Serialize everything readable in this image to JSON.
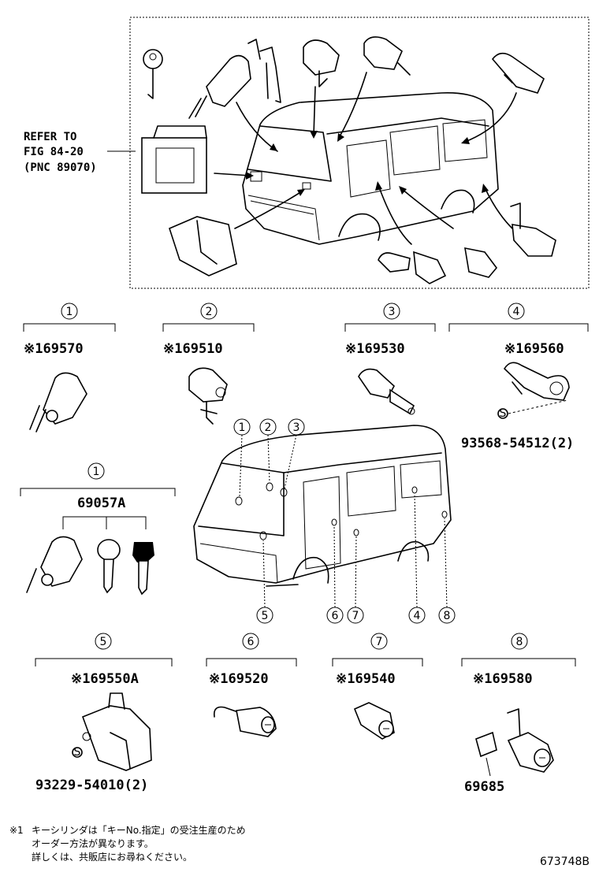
{
  "refer": {
    "line1": "REFER TO",
    "line2": "FIG 84-20",
    "line3": "(PNC 89070)"
  },
  "groups": [
    {
      "num": "1",
      "part": "※169570"
    },
    {
      "num": "2",
      "part": "※169510"
    },
    {
      "num": "3",
      "part": "※169530"
    },
    {
      "num": "4",
      "part": "※169560",
      "sub": "93568-54512(2)"
    },
    {
      "num": "1",
      "part": "69057A"
    },
    {
      "num": "5",
      "part": "※169550A",
      "sub": "93229-54010(2)"
    },
    {
      "num": "6",
      "part": "※169520"
    },
    {
      "num": "7",
      "part": "※169540"
    },
    {
      "num": "8",
      "part": "※169580",
      "sub": "69685"
    }
  ],
  "van_callouts": [
    "1",
    "2",
    "3",
    "5",
    "6",
    "7",
    "4",
    "8"
  ],
  "note": {
    "mark": "※1",
    "line1": "キーシリンダは「キーNo.指定」の受注生産のため",
    "line2": "オーダー方法が異なります。",
    "line3": "詳しくは、共販店にお尋ねください。"
  },
  "figure_id": "673748B"
}
